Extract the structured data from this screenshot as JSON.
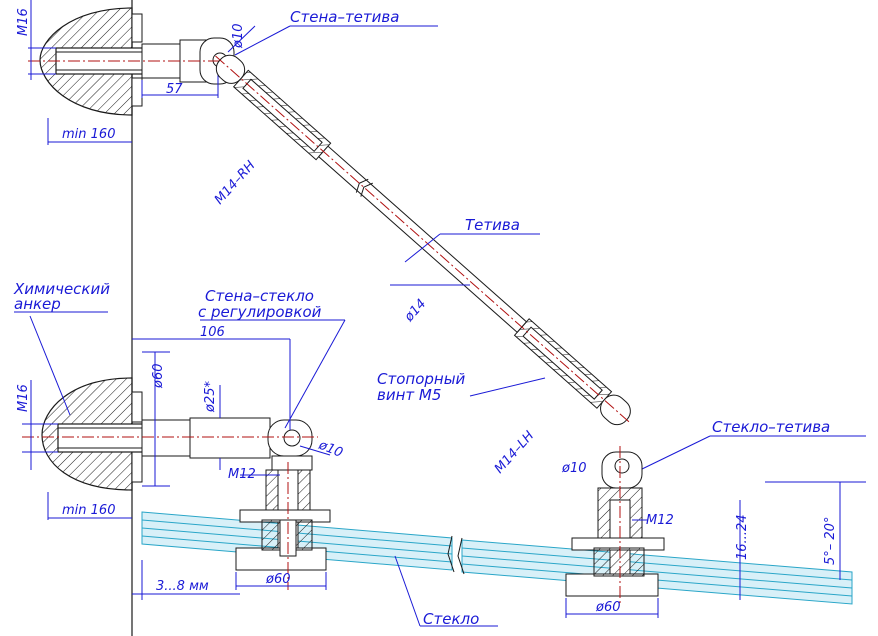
{
  "labels": {
    "wall_rod": "Стена–тетива",
    "rod": "Тетива",
    "chemical_anchor_line1": "Химический",
    "chemical_anchor_line2": "анкер",
    "wall_glass_line1": "Стена–стекло",
    "wall_glass_line2": "с регулировкой",
    "lock_screw_line1": "Стопорный",
    "lock_screw_line2": "винт М5",
    "glass_rod": "Стекло–тетива",
    "glass": "Стекло"
  },
  "dimensions": {
    "m16_top": "M16",
    "d10_top": "ø10",
    "len57": "57",
    "min160_top": "min 160",
    "m14rh": "M14–RH",
    "d14": "ø14",
    "len106": "106",
    "d60_vert": "ø60",
    "d25": "ø25*",
    "m16_bottom": "M16",
    "d10_mid": "ø10",
    "m12_left": "M12",
    "min160_bottom": "min 160",
    "gap": "3...8 мм",
    "d60_left": "ø60",
    "m14lh": "M14–LH",
    "d10_right": "ø10",
    "m12_right": "M12",
    "d60_right": "ø60",
    "thickness": "16...24",
    "angle": "5°– 20°"
  },
  "colors": {
    "annotation": "#1a1ad6",
    "axis": "#b01010",
    "glass": "#2aa6c8",
    "outline": "#1a1a1a"
  }
}
